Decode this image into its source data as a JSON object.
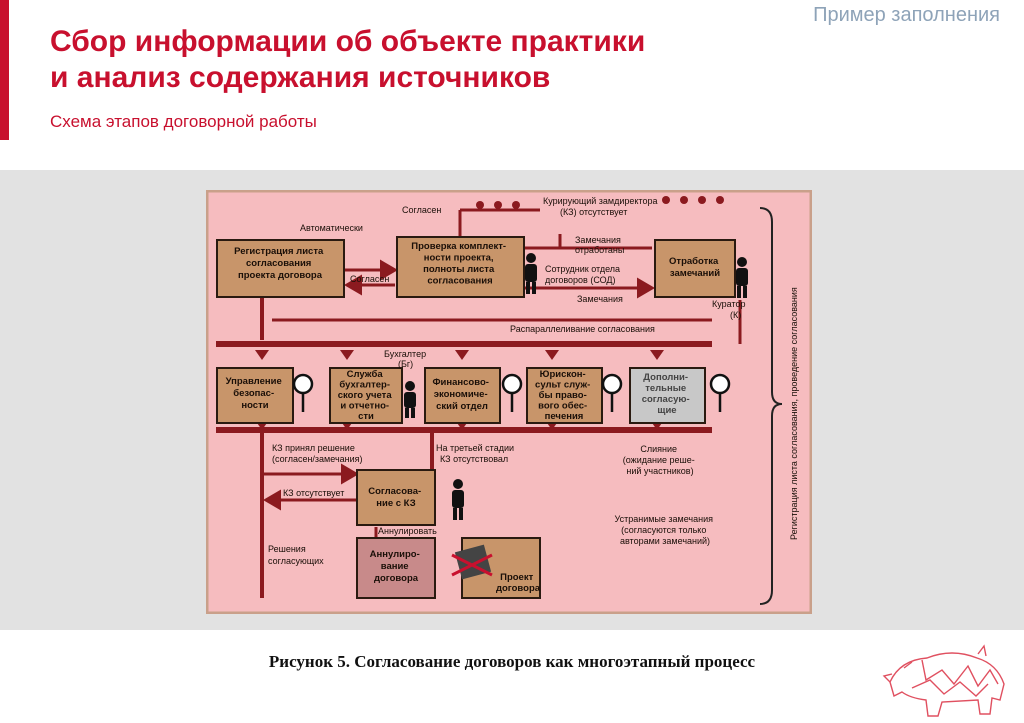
{
  "header": {
    "sample_label": "Пример заполнения",
    "title_line1": "Сбор информации об объекте практики",
    "title_line2": "и анализ содержания источников",
    "subtitle": "Схема этапов договорной работы"
  },
  "diagram": {
    "boxes": {
      "registration": [
        "Регистрация листа",
        "согласования",
        "проекта договора"
      ],
      "check": [
        "Проверка комплект-",
        "ности проекта,",
        "полноты листа",
        "согласования"
      ],
      "rework": [
        "Отработка",
        "замечаний"
      ],
      "security": [
        "Управление",
        "безопас-",
        "ности"
      ],
      "accounting": [
        "Служба",
        "бухгалтер-",
        "ского учета",
        "и отчетно-",
        "сти"
      ],
      "finance": [
        "Финансово-",
        "экономиче-",
        "ский отдел"
      ],
      "legal": [
        "Юрискон-",
        "сульт служ-",
        "бы право-",
        "вого обес-",
        "печения"
      ],
      "additional": [
        "Дополни-",
        "тельные",
        "согласую-",
        "щие"
      ],
      "kz_approval": [
        "Согласова-",
        "ние с КЗ"
      ],
      "annul": [
        "Аннулиро-",
        "вание",
        "договора"
      ],
      "project": [
        "Проект",
        "договора"
      ]
    },
    "labels": {
      "agreed_top": "Согласен",
      "curator_deputy": [
        "Курирующий замдиректора",
        "(КЗ) отсутствует"
      ],
      "automatic": "Автоматически",
      "remarks_done": [
        "Замечания",
        "отработаны"
      ],
      "agreed_left": "Согласен",
      "contracts_employee": [
        "Сотрудник отдела",
        "договоров (СОД)"
      ],
      "remarks": "Замечания",
      "curator": [
        "Куратор",
        "(К)"
      ],
      "parallel": "Распараллеливание согласования",
      "accountant": [
        "Бухгалтер",
        "(Бг)"
      ],
      "kz_decision": [
        "КЗ принял решение",
        "(согласен/замечания)"
      ],
      "third_stage": [
        "На третьей стадии",
        "КЗ отсутствовал"
      ],
      "merge": [
        "Слияние",
        "(ожидание реше-",
        "ний участников)"
      ],
      "kz_absent": "КЗ отсутствует",
      "annul_action": "Аннулировать",
      "decisions": [
        "Решения",
        "согласующих"
      ],
      "fixable": [
        "Устранимые замечания",
        "(согласуются только",
        "авторами замечаний)"
      ],
      "vertical": "Регистрация листа согласования, проведение согласования"
    }
  },
  "caption": "Рисунок 5. Согласование договоров как многоэтапный процесс",
  "colors": {
    "accent": "#c8102e",
    "diagram_bg": "#f6bcbf",
    "box_fill": "#c8956a",
    "arrow": "#8b1a1f"
  }
}
